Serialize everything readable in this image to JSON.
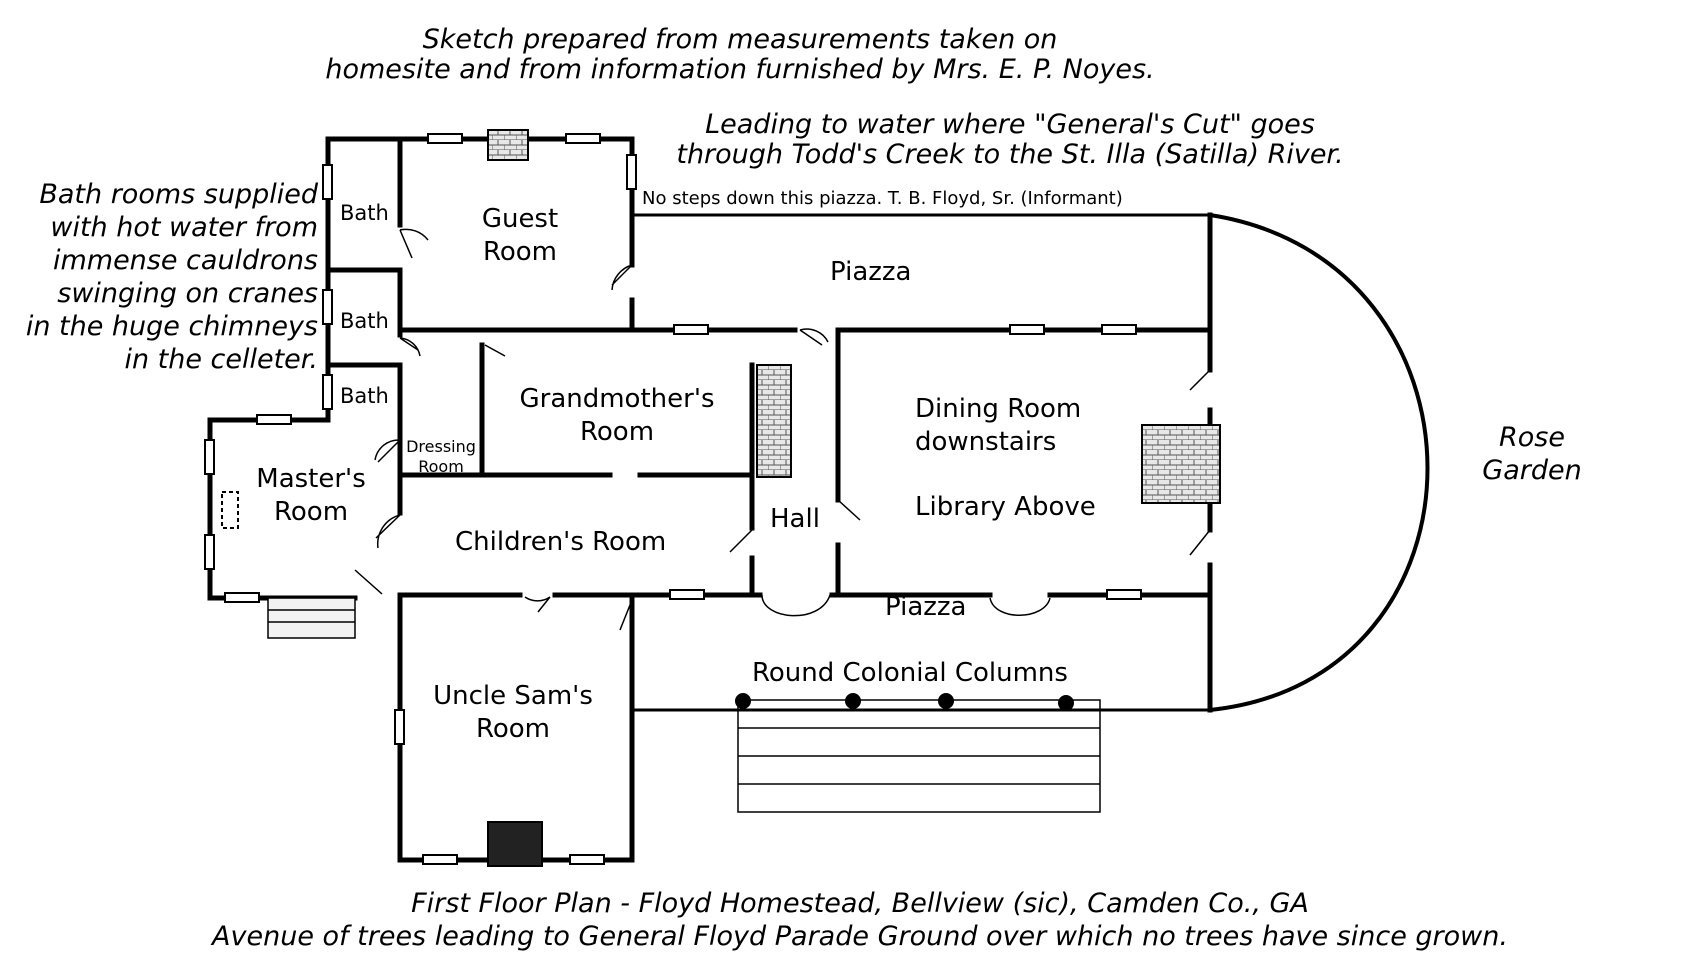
{
  "header": {
    "line1": "Sketch prepared from measurements taken on",
    "line2": "homesite and from information furnished by Mrs. E. P. Noyes."
  },
  "water_note": {
    "line1": "Leading to water where \"General's Cut\" goes",
    "line2": "through Todd's Creek to the St. Illa (Satilla) River."
  },
  "steps_note": "No steps down this piazza. T. B. Floyd, Sr. (Informant)",
  "bath_note": [
    "Bath rooms supplied",
    "with hot water from",
    "immense cauldrons",
    "swinging on cranes",
    "in the huge chimneys",
    "in the celleter."
  ],
  "rooms": {
    "bath1": "Bath",
    "bath2": "Bath",
    "bath3": "Bath",
    "guest": [
      "Guest",
      "Room"
    ],
    "piazza_north": "Piazza",
    "grandmother": [
      "Grandmother's",
      "Room"
    ],
    "dressing": [
      "Dressing",
      "Room"
    ],
    "master": [
      "Master's",
      "Room"
    ],
    "dining": [
      "Dining Room",
      "downstairs"
    ],
    "library": "Library Above",
    "hall": "Hall",
    "children": "Children's Room",
    "piazza_south": "Piazza",
    "uncle_sam": [
      "Uncle Sam's",
      "Room"
    ]
  },
  "columns_label": "Round Colonial Columns",
  "rose_garden": [
    "Rose",
    "Garden"
  ],
  "footer": {
    "caption": "First Floor Plan - Floyd Homestead, Bellview (sic), Camden Co., GA",
    "avenue": "Avenue of trees leading to General Floyd Parade Ground over which no trees have since grown."
  }
}
